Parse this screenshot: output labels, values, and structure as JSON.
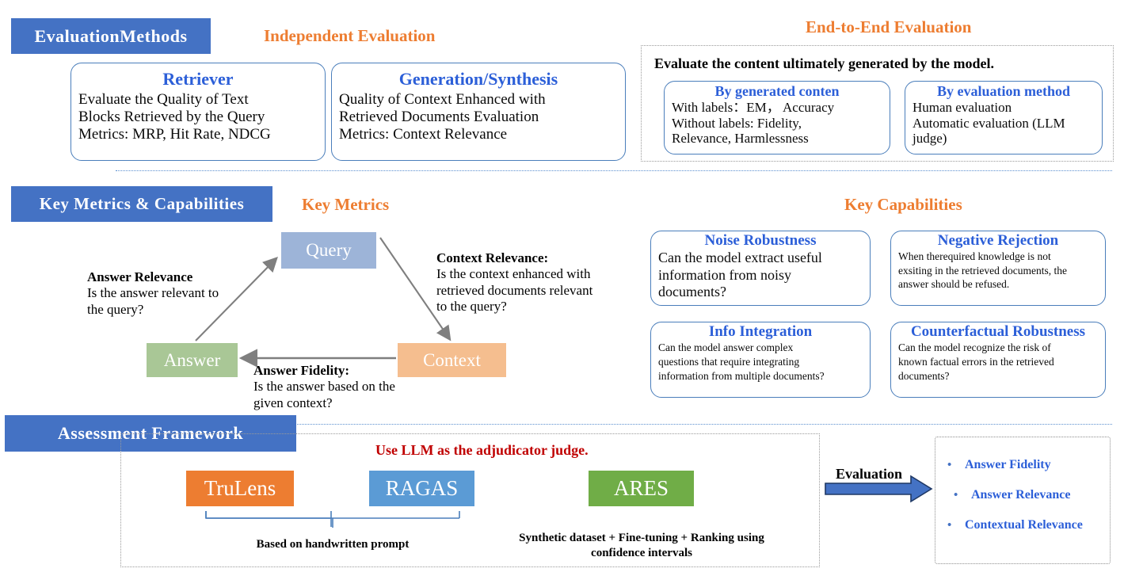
{
  "sections": [
    {
      "banner": "EvaluationMethods"
    },
    {
      "banner": "Key Metrics & Capabilities"
    },
    {
      "banner": "Assessment Framework"
    }
  ],
  "row1": {
    "independent_heading": "Independent Evaluation",
    "endtoend_heading": "End-to-End Evaluation",
    "endtoend_lead": "Evaluate the content ultimately generated by the model.",
    "cards": [
      {
        "title": "Retriever",
        "lines": [
          "Evaluate the Quality of Text",
          "Blocks Retrieved by the Query",
          "Metrics: MRP, Hit Rate, NDCG"
        ]
      },
      {
        "title": "Generation/Synthesis",
        "lines": [
          "Quality of Context Enhanced with",
          "Retrieved Documents Evaluation",
          "Metrics: Context Relevance"
        ]
      },
      {
        "title": "By generated conten",
        "lines": [
          "With labels：EM， Accuracy",
          "Without labels: Fidelity,",
          "Relevance, Harmlessness"
        ]
      },
      {
        "title": "By evaluation method",
        "lines": [
          "Human evaluation",
          "Automatic evaluation (LLM",
          "judge)"
        ]
      }
    ]
  },
  "row2": {
    "key_metrics_heading": "Key Metrics",
    "key_capabilities_heading": "Key Capabilities",
    "nodes": {
      "query": "Query",
      "answer": "Answer",
      "context": "Context"
    },
    "node_colors": {
      "query": "#9DB4D8",
      "answer": "#A9C796",
      "context": "#F5BE8F"
    },
    "metrics": [
      {
        "title": "Answer Relevance",
        "lines": [
          "Is the answer relevant to",
          "the query?"
        ]
      },
      {
        "title": "Context Relevance:",
        "lines": [
          "Is the context enhanced with",
          "retrieved documents relevant",
          "to the query?"
        ]
      },
      {
        "title": "Answer Fidelity:",
        "lines": [
          " Is the answer based on the",
          "given context?"
        ]
      }
    ],
    "capabilities": [
      {
        "title": "Noise Robustness",
        "lines": [
          "Can the model extract useful",
          "information from noisy",
          "documents?"
        ]
      },
      {
        "title": "Negative Rejection",
        "lines": [
          "When therequired  knowledge is not",
          "exsiting  in the retrieved documents, the",
          "answer should be refused."
        ]
      },
      {
        "title": "Info Integration",
        "lines": [
          "Can the model answer complex",
          "questions that require integrating",
          "information from multiple documents?"
        ]
      },
      {
        "title": "Counterfactual Robustness",
        "lines": [
          "Can the model recognize the risk of",
          "known factual errors in the retrieved",
          "documents?"
        ]
      }
    ]
  },
  "row3": {
    "red_note": "Use LLM as the adjudicator judge.",
    "chips": [
      {
        "label": "TruLens",
        "color": "#ED7D31"
      },
      {
        "label": "RAGAS",
        "color": "#5B9BD5"
      },
      {
        "label": "ARES",
        "color": "#70AD47"
      }
    ],
    "caption_left": "Based on handwritten prompt",
    "caption_right_l1": "Synthetic dataset + Fine-tuning + Ranking using",
    "caption_right_l2": "confidence intervals",
    "evaluation_label": "Evaluation",
    "outcomes": [
      "Answer Fidelity",
      "Answer Relevance",
      "Contextual Relevance"
    ]
  },
  "palette": {
    "banner_blue": "#4472C4",
    "accent_orange": "#ED7D31",
    "card_title_blue": "#2C5FD8",
    "card_border_blue": "#4A7EBB",
    "red": "#C00000",
    "arrow_gray": "#7F7F7F"
  }
}
